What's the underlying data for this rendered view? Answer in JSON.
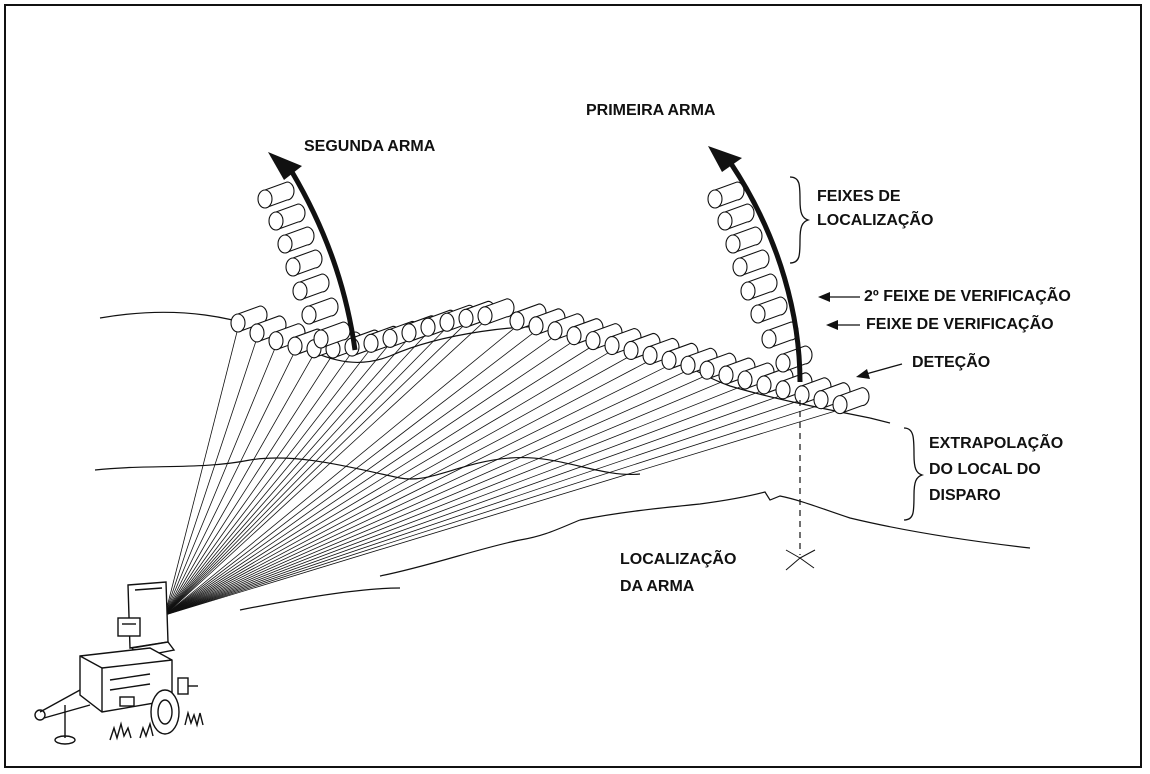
{
  "labels": {
    "first_weapon": "PRIMEIRA ARMA",
    "second_weapon": "SEGUNDA ARMA",
    "location_beams_line1": "FEIXES DE",
    "location_beams_line2": "LOCALIZAÇÃO",
    "second_verification_beam": "2º FEIXE DE VERIFICAÇÃO",
    "verification_beam": "FEIXE DE VERIFICAÇÃO",
    "detection": "DETEÇÃO",
    "extrapolation_line1": "EXTRAPOLAÇÃO",
    "extrapolation_line2": "DO LOCAL DO",
    "extrapolation_line3": "DISPARO",
    "weapon_location_line1": "LOCALIZAÇÃO",
    "weapon_location_line2": "DA ARMA"
  },
  "colors": {
    "ink": "#111111",
    "background": "#ffffff"
  },
  "icons": {
    "radar": "radar-trailer-icon"
  }
}
